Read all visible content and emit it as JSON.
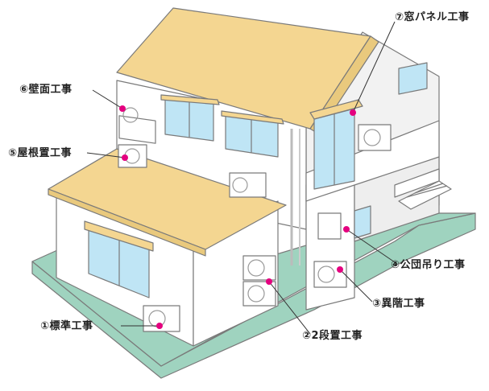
{
  "labels": {
    "l1": "①標準工事",
    "l2": "②2段置工事",
    "l3": "③異階工事",
    "l4": "④公団吊り工事",
    "l5": "⑤屋根置工事",
    "l6": "⑥壁面工事",
    "l7": "⑦窓パネル工事"
  },
  "colors": {
    "roof": "#f4d691",
    "ground": "#9fd3bf",
    "wall": "#ffffff",
    "window": "#bfe5f5",
    "marker": "#e4007f",
    "outline": "#7a7a7a"
  }
}
